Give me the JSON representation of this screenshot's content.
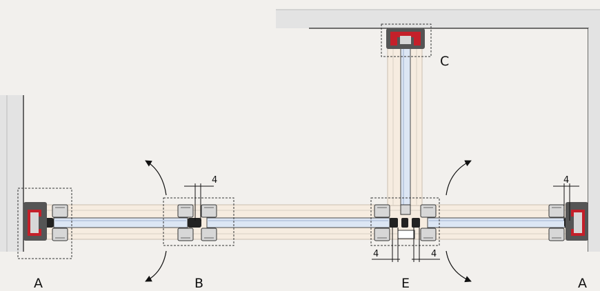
{
  "section_labels": {
    "a_left": "A",
    "b": "B",
    "e": "E",
    "a_right": "A",
    "c": "C"
  },
  "dimensions": {
    "gap_b": "4",
    "gap_a_right": "4",
    "gap_e_left": "4",
    "gap_e_right": "4"
  },
  "colors": {
    "background": "#f2f0ed",
    "wall": "#e3e3e3",
    "panel_fill": "#f6ece0",
    "glass": "#dce6f4",
    "profile": "#d7d7d7",
    "seal_red": "#c4202a",
    "gasket_dark": "#222222"
  }
}
